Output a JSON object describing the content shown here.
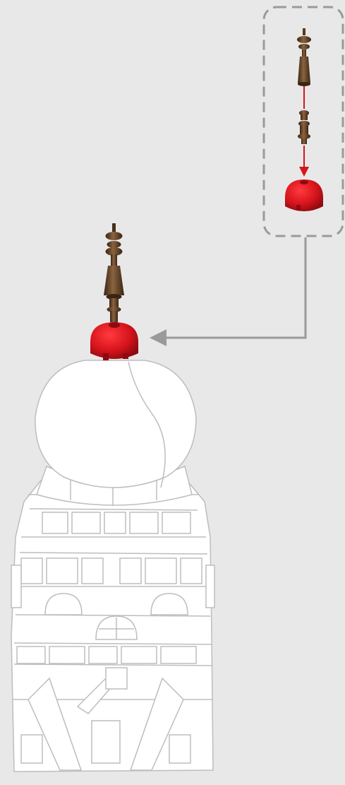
{
  "colors": {
    "background": "#e8e8e8",
    "spire_brown": "#6e4a2a",
    "spire_dark": "#3b2413",
    "spire_highlight": "#a37a52",
    "dome_red": "#d8141c",
    "dome_red_dark": "#8e0a10",
    "arrow_gray": "#9a9a9a",
    "callout_border": "#9a9a9a",
    "outline_gray": "#bdbdbd",
    "tower_fill": "#ffffff"
  },
  "icons": {
    "assembly_arrow": "arrow-left-icon",
    "insert_arrow": "arrow-down-icon"
  },
  "steps": {
    "callout_parts": [
      "spire-top-part",
      "spire-connector-part",
      "red-dome-part"
    ]
  }
}
